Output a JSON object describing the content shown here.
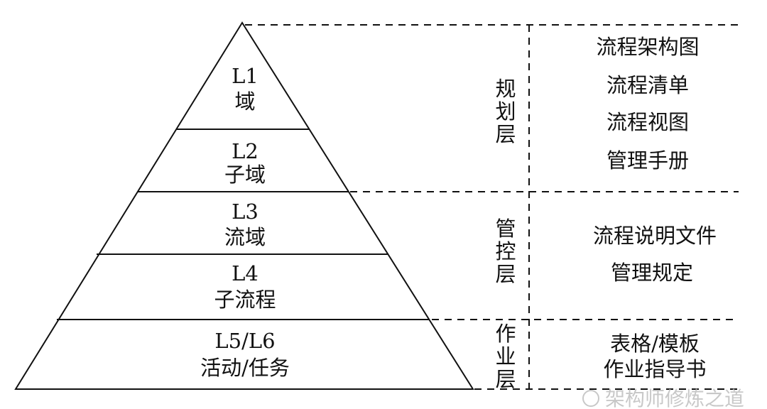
{
  "pyramid": [
    {
      "code": "L1",
      "name": "域"
    },
    {
      "code": "L2",
      "name": "子域"
    },
    {
      "code": "L3",
      "name": "流域"
    },
    {
      "code": "L4",
      "name": "子流程"
    },
    {
      "code": "L5/L6",
      "name": "活动/任务"
    }
  ],
  "layers": [
    {
      "name": "规划层",
      "docs": [
        "流程架构图",
        "流程清单",
        "流程视图",
        "管理手册"
      ]
    },
    {
      "name": "管控层",
      "docs": [
        "流程说明文件",
        "管理规定"
      ]
    },
    {
      "name": "作业层",
      "docs": [
        "表格/模板",
        "作业指导书"
      ]
    }
  ],
  "watermark": "架构师修炼之道"
}
